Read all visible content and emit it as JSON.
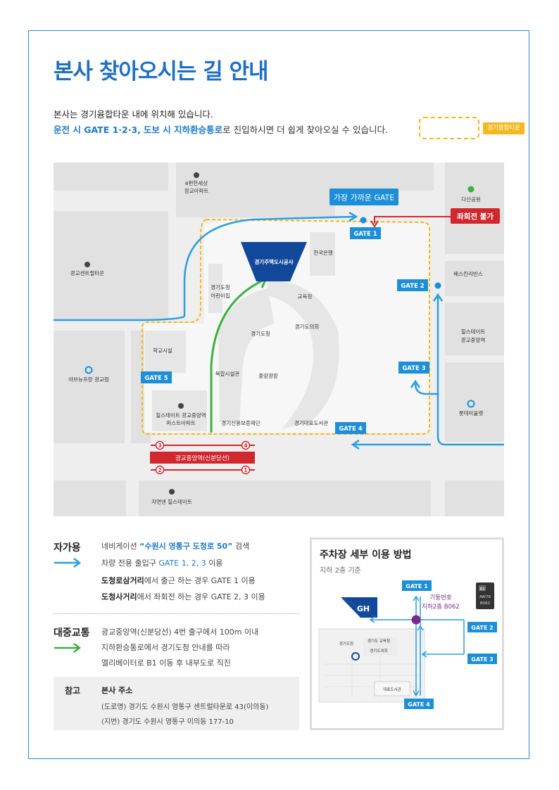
{
  "title": "본사 찾아오시는 길 안내",
  "intro": {
    "line1": "본사는 경기융합타운 내에 위치해 있습니다.",
    "line2_highlight1": "운전 시 GATE 1·2·3,",
    "line2_highlight2": "도보 시 지하환승통로",
    "line2_rest": "로 진입하시면 더 쉽게 찾아오실 수 있습니다."
  },
  "legend": {
    "label": "경기융합타운"
  },
  "map": {
    "callout_nearest": "가장 가까운 GATE",
    "callout_no_left": "좌회전 불가",
    "gates": {
      "g1": "GATE 1",
      "g2": "GATE 2",
      "g3": "GATE 3",
      "g4": "GATE 4",
      "g5": "GATE 5"
    },
    "places": {
      "eapt": "e편한세상",
      "eapt2": "광교아파트",
      "dasan": "다산공원",
      "center": "광교센트럴타운",
      "bexco": "베스킨라빈스",
      "hills1": "힐스테이트",
      "hills2": "광교중앙역",
      "avenue": "아브뉴프랑 광교점",
      "lotte": "롯데아울렛",
      "ghcorp": "경기주택도시공사",
      "bank": "한국은행",
      "daycare1": "경기도청",
      "daycare2": "어린이집",
      "edu": "교육청",
      "assembly": "경기도의회",
      "gov": "경기도청",
      "school": "학교시설",
      "complex": "복합시설관",
      "plaza": "중앙광장",
      "hsfirst1": "힐스테이트 광교중앙역",
      "hsfirst2": "퍼스트아파트",
      "credit": "경기신용보증재단",
      "library": "경기대표도서관",
      "station": "광교중앙역(신분당선)",
      "jayeon": "자연앤 힐스테이트"
    },
    "exits": {
      "e1": "1",
      "e2": "2",
      "e3": "3",
      "e4": "4"
    }
  },
  "car": {
    "label": "자가용",
    "line1_pre": "네비게이션",
    "line1_quote": "“수원시 영통구 도청로 50”",
    "line1_post": "검색",
    "line2_pre": "차량 전용 출입구",
    "line2_blue": "GATE 1, 2, 3",
    "line2_post": "이용",
    "line3_bold": "도청로삼거리",
    "line3_rest": "에서 출근 하는 경우 GATE 1 이용",
    "line4_bold": "도청사거리",
    "line4_rest": "에서 좌회전 하는 경우 GATE 2, 3 이용"
  },
  "transit": {
    "label": "대중교통",
    "line1": "광교중앙역(신분당선) 4번 출구에서 100m 이내",
    "line2": "지하환승통로에서 경기도청 안내를 따라",
    "line3": "엘리베이터로 B1 이동 후 내부도로 직진"
  },
  "note": {
    "label": "참고",
    "title": "본사 주소",
    "road": "(도로명) 경기도 수원시 영통구 센트럴타운로 43(이의동)",
    "lot": "(지번) 경기도 수원시 영통구 이의동 177-10"
  },
  "parking": {
    "title": "주차장 세부 이용 방법",
    "sub": "지하 2층 기준",
    "pillar_label": "기둥번호",
    "pillar_value": "지하2층 B062",
    "sign_top": "B2",
    "sign_mid": "AW78",
    "sign_bot": "B062",
    "gh": "GH",
    "gov": "경기도청",
    "edu": "경기도 교육청",
    "assembly": "경기도의회",
    "library": "대표도서관",
    "g1": "GATE 1",
    "g2": "GATE 2",
    "g3": "GATE 3",
    "g4": "GATE 4"
  },
  "colors": {
    "blue": "#1d79c8",
    "gate": "#1c8fd8",
    "route_blue": "#2a9ee0",
    "green": "#3bb043",
    "red": "#d0282e",
    "yellow": "#f5b81c",
    "navy": "#12489a"
  }
}
